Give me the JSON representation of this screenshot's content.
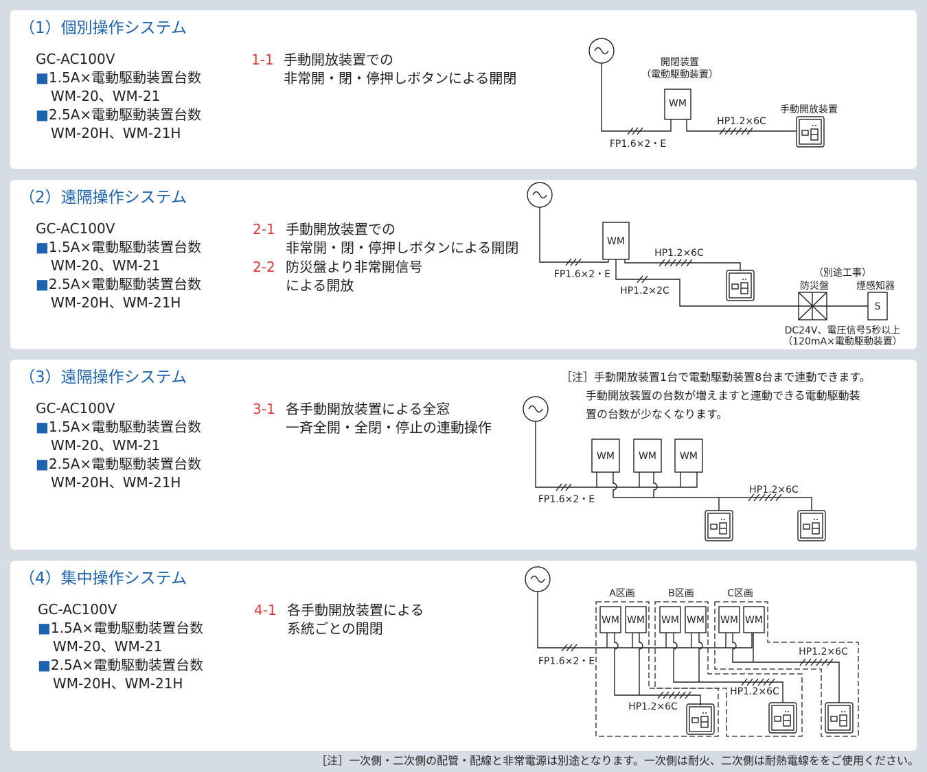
{
  "sections": [
    {
      "title": "（1）個別操作システム",
      "model": "GC-AC100V",
      "spec1": "1.5A×電動駆動装置台数",
      "models1": "WM-20、WM-21",
      "spec2": "2.5A×電動駆動装置台数",
      "models2": "WM-20H、WM-21H",
      "steps": [
        {
          "num": "1-1",
          "lines": [
            "手動開放装置での",
            "非常開・閉・停押しボタンによる開閉"
          ]
        }
      ]
    },
    {
      "title": "（2）遠隔操作システム",
      "model": "GC-AC100V",
      "spec1": "1.5A×電動駆動装置台数",
      "models1": "WM-20、WM-21",
      "spec2": "2.5A×電動駆動装置台数",
      "models2": "WM-20H、WM-21H",
      "steps": [
        {
          "num": "2-1",
          "lines": [
            "手動開放装置での",
            "非常開・閉・停押しボタンによる開閉"
          ]
        },
        {
          "num": "2-2",
          "lines": [
            "防災盤より非常開信号",
            "による開放"
          ]
        }
      ]
    },
    {
      "title": "（3）遠隔操作システム",
      "model": "GC-AC100V",
      "spec1": "1.5A×電動駆動装置台数",
      "models1": "WM-20、WM-21",
      "spec2": "2.5A×電動駆動装置台数",
      "models2": "WM-20H、WM-21H",
      "steps": [
        {
          "num": "3-1",
          "lines": [
            "各手動開放装置による全窓",
            "一斉全開・全閉・停止の連動操作"
          ]
        }
      ],
      "note": [
        "［注］手動開放装置1台で電動駆動装置8台まで連動できます。",
        "手動開放装置の台数が増えますと連動できる電動駆動装",
        "置の台数が少なくなります。"
      ]
    },
    {
      "title": "（4）集中操作システム",
      "model": "GC-AC100V",
      "spec1": "1.5A×電動駆動装置台数",
      "models1": "WM-20、WM-21",
      "spec2": "2.5A×電動駆動装置台数",
      "models2": "WM-20H、WM-21H",
      "steps": [
        {
          "num": "4-1",
          "lines": [
            "各手動開放装置による",
            "系統ごとの開閉"
          ]
        }
      ]
    }
  ],
  "bullet": "■",
  "diagram": {
    "wm": "WM",
    "fp": "FP1.6×2・E",
    "hp6": "HP1.2×6C",
    "hp2": "HP1.2×2C",
    "opener": "開閉装置",
    "opener_sub": "（電動駆動装置）",
    "manual": "手動開放装置",
    "separate": "（別途工事）",
    "panel": "防災盤",
    "smoke": "煙感知器",
    "smoke_s": "S",
    "signal1": "DC24V、電圧信号5秒以上",
    "signal2": "（120mA×電動駆動装置）",
    "zones": [
      "A区画",
      "B区画",
      "C区画"
    ]
  },
  "footer": "［注］一次側・二次側の配管・配線と非常電源は別途となります。一次側は耐火、二次側は耐熱電線ををご使用ください。"
}
